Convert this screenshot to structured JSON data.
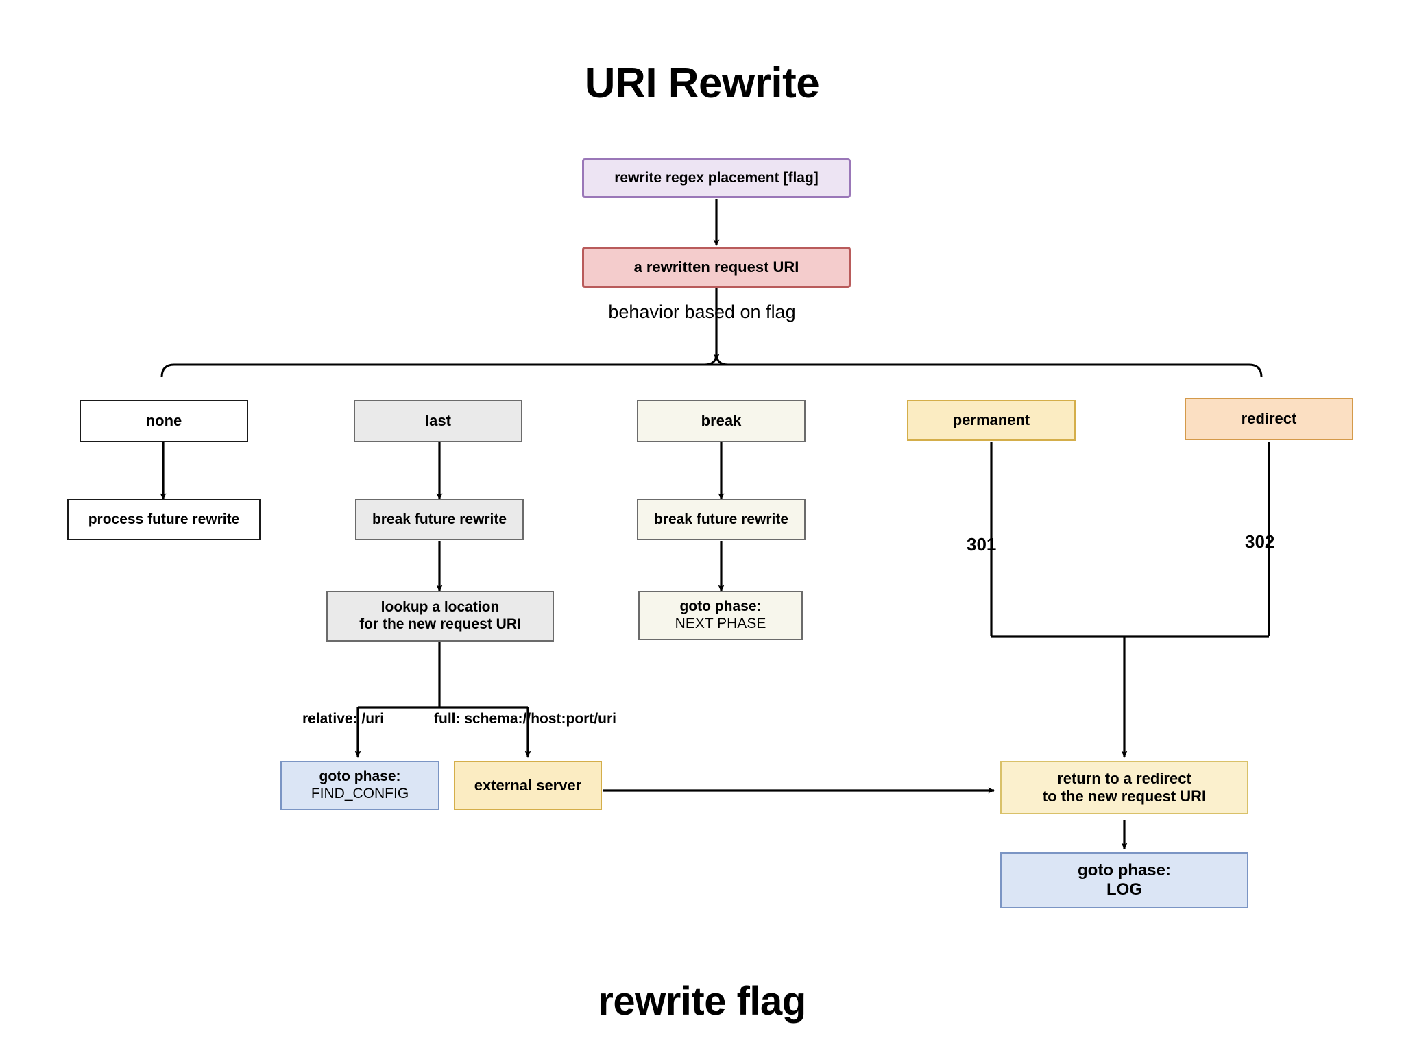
{
  "title": "URI Rewrite",
  "caption": "rewrite flag",
  "colors": {
    "purple_fill": "#ede4f3",
    "purple_border": "#9a77b8",
    "red_fill": "#f4cccc",
    "red_border": "#b95b5b",
    "gray_fill": "#eaeaea",
    "ivory_fill": "#f7f6ec",
    "yellow_fill": "#fbecc2",
    "orange_fill": "#fbdfc2",
    "blue_fill": "#dbe5f5",
    "blue_border": "#7b95c4",
    "line": "#000000"
  },
  "nodes": {
    "rewrite_directive": {
      "label": "rewrite regex placement [flag]"
    },
    "rewritten_uri": {
      "label": "a rewritten request URI"
    },
    "flag_none": {
      "label": "none"
    },
    "flag_last": {
      "label": "last"
    },
    "flag_break": {
      "label": "break"
    },
    "flag_permanent": {
      "label": "permanent"
    },
    "flag_redirect": {
      "label": "redirect"
    },
    "process_future_rewrite": {
      "label": "process future rewrite"
    },
    "break_future_rewrite_last": {
      "label": "break future rewrite"
    },
    "break_future_rewrite_break": {
      "label": "break future rewrite"
    },
    "lookup_location": {
      "line1": "lookup a location",
      "line2": "for the new request URI"
    },
    "goto_next_phase": {
      "line1": "goto phase:",
      "line2": "NEXT PHASE"
    },
    "goto_find_config": {
      "line1": "goto phase:",
      "line2": "FIND_CONFIG"
    },
    "external_server": {
      "label": "external server"
    },
    "return_redirect": {
      "line1": "return to a redirect",
      "line2": "to the new request URI"
    },
    "goto_log": {
      "line1": "goto phase:",
      "line2": "LOG"
    }
  },
  "edge_labels": {
    "behavior_based_on_flag": "behavior based on flag",
    "relative_uri": "relative: /uri",
    "full_uri": "full: schema://host:port/uri",
    "code_301": "301",
    "code_302": "302"
  },
  "chart_data": {
    "type": "diagram",
    "title": "URI Rewrite",
    "subtitle": "rewrite flag",
    "nodes": [
      {
        "id": "rewrite_directive",
        "label": "rewrite regex placement [flag]",
        "fill": "#ede4f3"
      },
      {
        "id": "rewritten_uri",
        "label": "a rewritten request URI",
        "fill": "#f4cccc"
      },
      {
        "id": "flag_none",
        "label": "none",
        "fill": "#ffffff"
      },
      {
        "id": "flag_last",
        "label": "last",
        "fill": "#eaeaea"
      },
      {
        "id": "flag_break",
        "label": "break",
        "fill": "#f7f6ec"
      },
      {
        "id": "flag_permanent",
        "label": "permanent",
        "fill": "#fbecc2"
      },
      {
        "id": "flag_redirect",
        "label": "redirect",
        "fill": "#fbdfc2"
      },
      {
        "id": "process_future_rewrite",
        "label": "process future rewrite",
        "fill": "#ffffff"
      },
      {
        "id": "break_future_rewrite_last",
        "label": "break future rewrite",
        "fill": "#eaeaea"
      },
      {
        "id": "break_future_rewrite_break",
        "label": "break future rewrite",
        "fill": "#f7f6ec"
      },
      {
        "id": "lookup_location",
        "label": "lookup a location for the new request URI",
        "fill": "#eaeaea"
      },
      {
        "id": "goto_next_phase",
        "label": "goto phase: NEXT PHASE",
        "fill": "#f7f6ec"
      },
      {
        "id": "goto_find_config",
        "label": "goto phase: FIND_CONFIG",
        "fill": "#dbe5f5"
      },
      {
        "id": "external_server",
        "label": "external server",
        "fill": "#fbecc2"
      },
      {
        "id": "return_redirect",
        "label": "return to a redirect to the new request URI",
        "fill": "#fbf0cd"
      },
      {
        "id": "goto_log",
        "label": "goto phase: LOG",
        "fill": "#dbe5f5"
      }
    ],
    "edges": [
      {
        "from": "rewrite_directive",
        "to": "rewritten_uri",
        "label": ""
      },
      {
        "from": "rewritten_uri",
        "to": "flag_none",
        "label": "behavior based on flag"
      },
      {
        "from": "rewritten_uri",
        "to": "flag_last",
        "label": "behavior based on flag"
      },
      {
        "from": "rewritten_uri",
        "to": "flag_break",
        "label": "behavior based on flag"
      },
      {
        "from": "rewritten_uri",
        "to": "flag_permanent",
        "label": "behavior based on flag"
      },
      {
        "from": "rewritten_uri",
        "to": "flag_redirect",
        "label": "behavior based on flag"
      },
      {
        "from": "flag_none",
        "to": "process_future_rewrite",
        "label": ""
      },
      {
        "from": "flag_last",
        "to": "break_future_rewrite_last",
        "label": ""
      },
      {
        "from": "break_future_rewrite_last",
        "to": "lookup_location",
        "label": ""
      },
      {
        "from": "lookup_location",
        "to": "goto_find_config",
        "label": "relative: /uri"
      },
      {
        "from": "lookup_location",
        "to": "external_server",
        "label": "full: schema://host:port/uri"
      },
      {
        "from": "flag_break",
        "to": "break_future_rewrite_break",
        "label": ""
      },
      {
        "from": "break_future_rewrite_break",
        "to": "goto_next_phase",
        "label": ""
      },
      {
        "from": "flag_permanent",
        "to": "return_redirect",
        "label": "301"
      },
      {
        "from": "flag_redirect",
        "to": "return_redirect",
        "label": "302"
      },
      {
        "from": "external_server",
        "to": "return_redirect",
        "label": ""
      },
      {
        "from": "return_redirect",
        "to": "goto_log",
        "label": ""
      }
    ]
  }
}
